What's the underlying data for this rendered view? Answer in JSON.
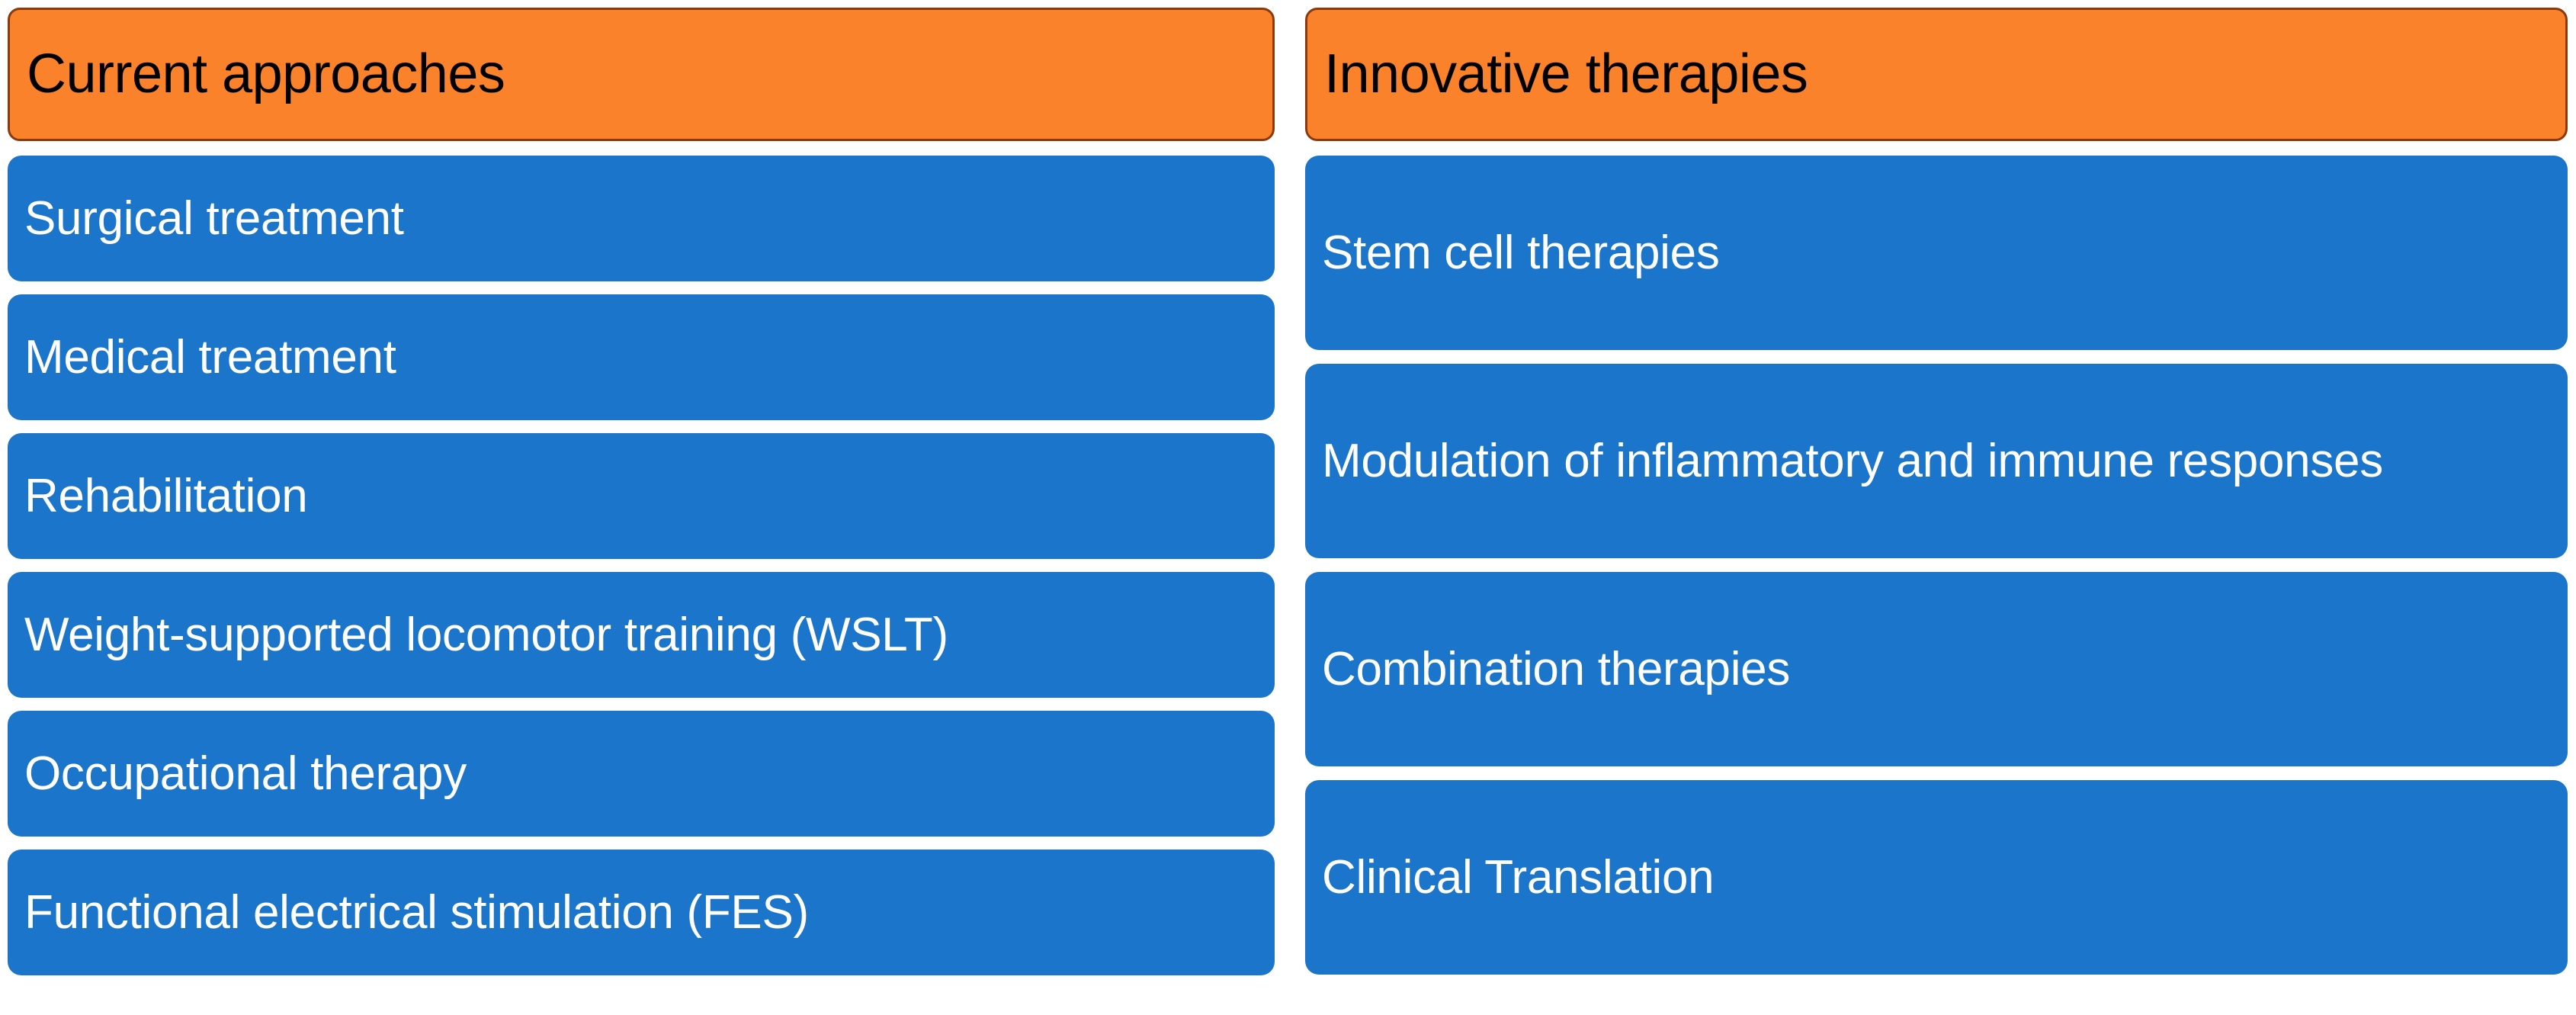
{
  "diagram": {
    "type": "two-column-comparison-list",
    "background_color": "#ffffff",
    "columns": [
      {
        "id": "current-approaches",
        "header": {
          "label": "Current approaches",
          "background_color": "#f9822a",
          "border_color": "#8c3a0c",
          "text_color": "#000000"
        },
        "items": [
          {
            "label": "Surgical treatment"
          },
          {
            "label": "Medical treatment"
          },
          {
            "label": "Rehabilitation"
          },
          {
            "label": "Weight-supported locomotor training (WSLT)"
          },
          {
            "label": "Occupational therapy"
          },
          {
            "label": "Functional electrical stimulation (FES)"
          }
        ],
        "item_style": {
          "background_color": "#1b75ca",
          "text_color": "#ffffff"
        }
      },
      {
        "id": "innovative-therapies",
        "header": {
          "label": "Innovative therapies",
          "background_color": "#f9822a",
          "border_color": "#8c3a0c",
          "text_color": "#000000"
        },
        "items": [
          {
            "label": "Stem cell therapies"
          },
          {
            "label": "Modulation of inflammatory and immune responses"
          },
          {
            "label": "Combination therapies"
          },
          {
            "label": "Clinical Translation"
          }
        ],
        "item_style": {
          "background_color": "#1b75ca",
          "text_color": "#ffffff"
        }
      }
    ]
  }
}
